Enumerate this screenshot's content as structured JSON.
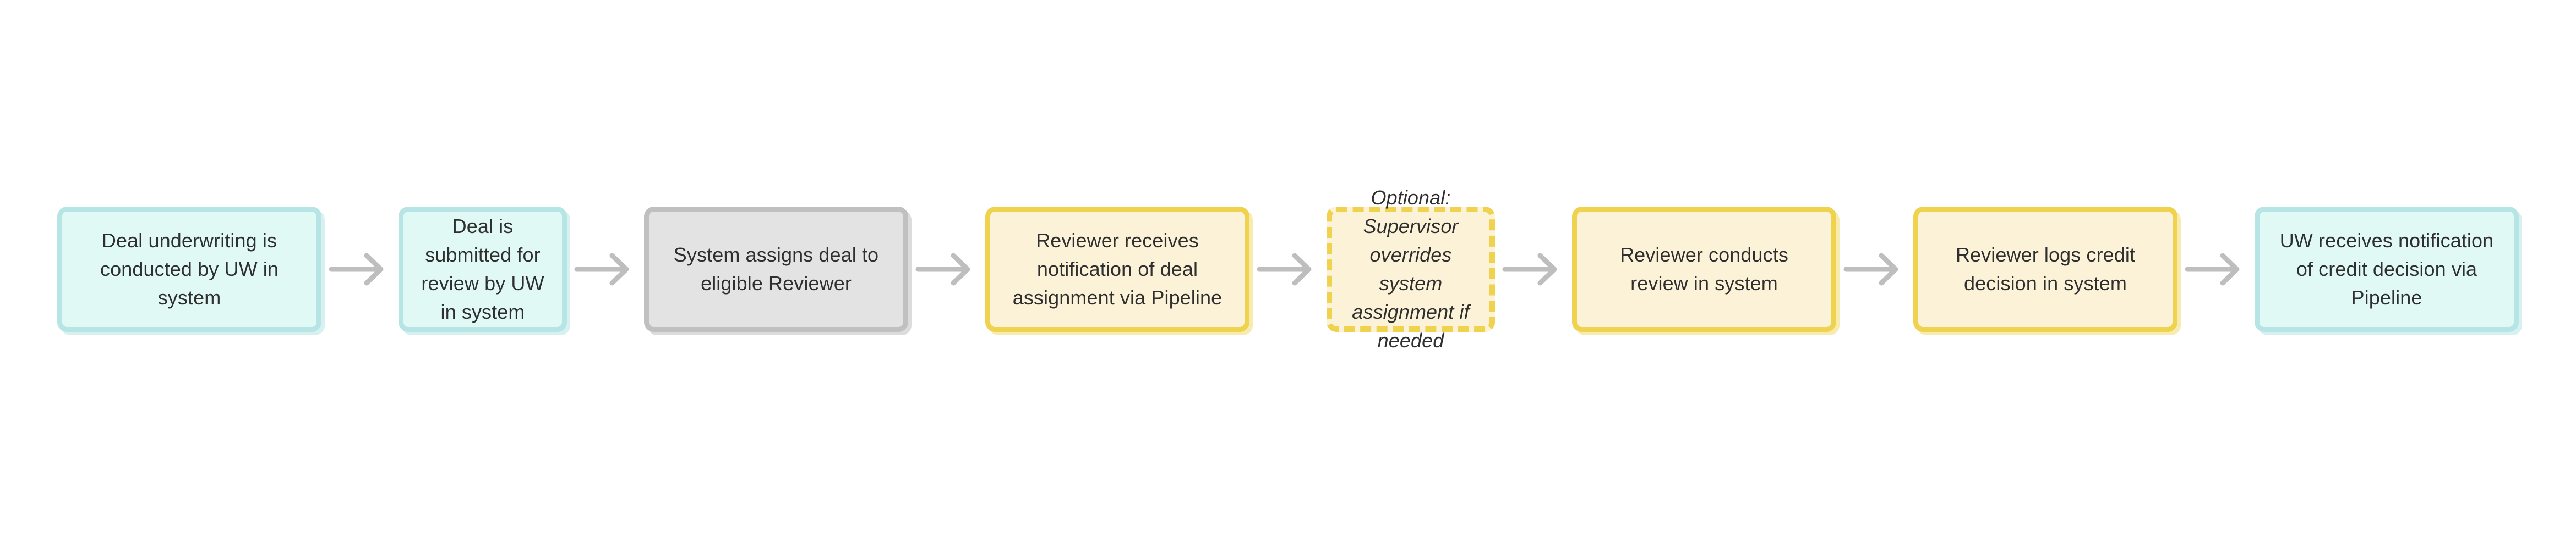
{
  "diagram": {
    "type": "flowchart",
    "orientation": "left-to-right",
    "title": "",
    "background_color": "#FFFFFF",
    "palette": {
      "teal_fill": "#E0F9F5",
      "teal_border": "#B7E4E4",
      "grey_fill": "#E3E3E3",
      "grey_border": "#C0C0C0",
      "yellow_fill": "#FCF2D7",
      "yellow_border": "#EFD24E",
      "text_color": "#2F2F2F",
      "arrow_color": "#BEBEBE"
    },
    "connector": {
      "icon": "arrow-right-icon",
      "style": "solid",
      "color": "#BEBEBE"
    },
    "nodes": [
      {
        "id": "node-1",
        "label": "Deal underwriting is conducted by UW in system",
        "style": "teal",
        "border": "solid",
        "emphasis": "normal"
      },
      {
        "id": "node-2",
        "label": "Deal is submitted for review by UW in system",
        "style": "teal",
        "border": "solid",
        "emphasis": "normal"
      },
      {
        "id": "node-3",
        "label": "System assigns deal to eligible Reviewer",
        "style": "grey",
        "border": "solid",
        "emphasis": "normal"
      },
      {
        "id": "node-4",
        "label": "Reviewer receives notification of deal assignment via Pipeline",
        "style": "yellow",
        "border": "solid",
        "emphasis": "normal"
      },
      {
        "id": "node-5",
        "label": "Optional: Supervisor overrides system assignment if needed",
        "style": "yellow",
        "border": "dashed",
        "emphasis": "italic"
      },
      {
        "id": "node-6",
        "label": "Reviewer conducts review in system",
        "style": "yellow",
        "border": "solid",
        "emphasis": "normal"
      },
      {
        "id": "node-7",
        "label": "Reviewer logs credit decision in system",
        "style": "yellow",
        "border": "solid",
        "emphasis": "normal"
      },
      {
        "id": "node-8",
        "label": "UW receives notification of credit decision via Pipeline",
        "style": "teal",
        "border": "solid",
        "emphasis": "normal"
      }
    ],
    "edges": [
      {
        "from": "node-1",
        "to": "node-2"
      },
      {
        "from": "node-2",
        "to": "node-3"
      },
      {
        "from": "node-3",
        "to": "node-4"
      },
      {
        "from": "node-4",
        "to": "node-5"
      },
      {
        "from": "node-5",
        "to": "node-6"
      },
      {
        "from": "node-6",
        "to": "node-7"
      },
      {
        "from": "node-7",
        "to": "node-8"
      }
    ]
  }
}
